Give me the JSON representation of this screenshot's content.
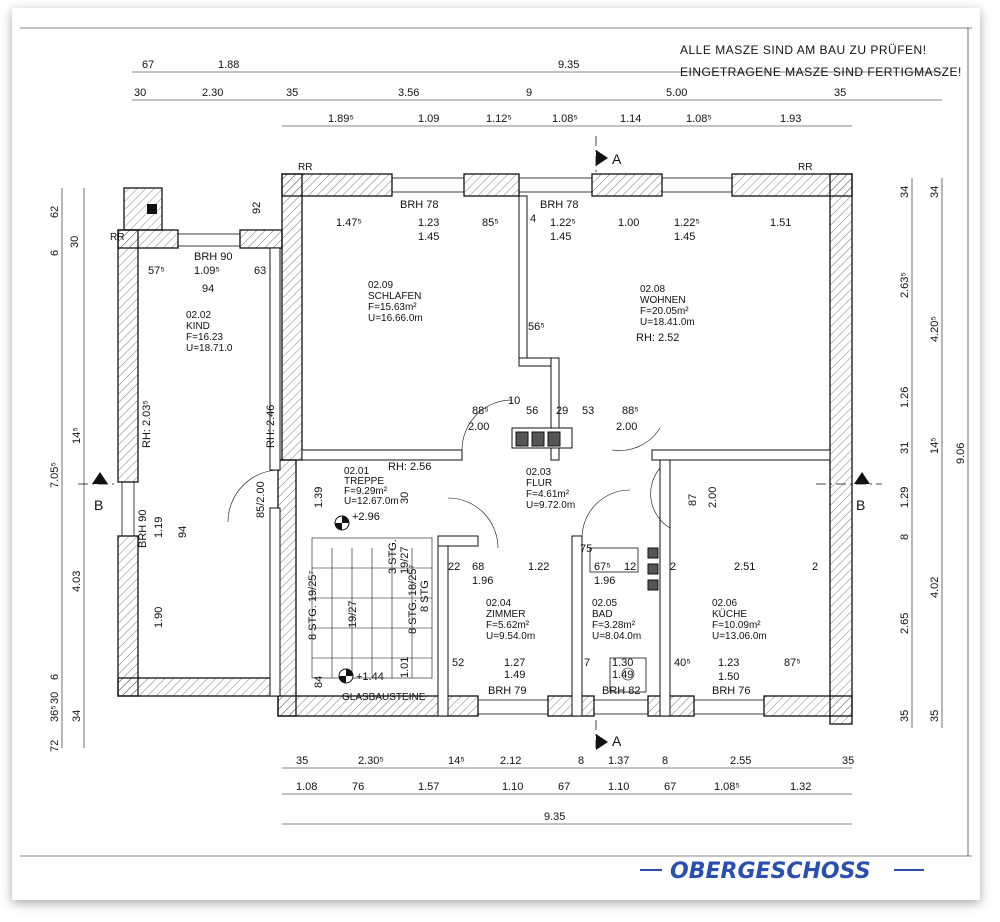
{
  "notes": [
    "ALLE MASZE SIND AM BAU ZU PRÜFEN!",
    "EINGETRAGENE MASZE SIND FERTIGMASZE!"
  ],
  "title": "OBERGESCHOSS",
  "section_markers": {
    "a": "A",
    "b": "B"
  },
  "rooms": [
    {
      "id": "02.02",
      "name": "KIND",
      "area": "F=16.23",
      "perimeter": "U=18.71.0"
    },
    {
      "id": "02.09",
      "name": "SCHLAFEN",
      "area": "F=15.63m²",
      "perimeter": "U=16.66.0m"
    },
    {
      "id": "02.08",
      "name": "WOHNEN",
      "area": "F=20.05m²",
      "perimeter": "U=18.41.0m",
      "extra": "RH: 2.52"
    },
    {
      "id": "02.01",
      "name": "TREPPE",
      "area": "F=9.29m²",
      "perimeter": "U=12.67.0m"
    },
    {
      "id": "02.03",
      "name": "FLUR",
      "area": "F=4.61m²",
      "perimeter": "U=9.72.0m"
    },
    {
      "id": "02.04",
      "name": "ZIMMER",
      "area": "F=5.62m²",
      "perimeter": "U=9.54.0m"
    },
    {
      "id": "02.05",
      "name": "BAD",
      "area": "F=3.28m²",
      "perimeter": "U=8.04.0m"
    },
    {
      "id": "02.06",
      "name": "KÜCHE",
      "area": "F=10.09m²",
      "perimeter": "U=13.06.0m"
    }
  ],
  "brh": [
    "BRH 90",
    "BRH 78",
    "BRH 78",
    "BRH 79",
    "BRH 82",
    "BRH 76",
    "BRH 90"
  ],
  "levels": [
    "+2.96",
    "+1.44"
  ],
  "stairs": [
    "8 STG. 19/25⁷",
    "8 STG. 18/25⁷",
    "3 STG.",
    "19/27",
    "8 STG",
    "19/27"
  ],
  "misc": [
    "RH: 2.03⁵",
    "RH: 2.46",
    "RH: 2.56",
    "GLASBAUSTEINE",
    "85/2.00",
    "RR",
    "RR",
    "RR"
  ],
  "dims_top_row1": [
    "67",
    "1.88",
    "9.35"
  ],
  "dims_top_row2": [
    "30",
    "2.30",
    "35",
    "3.56",
    "9",
    "5.00",
    "35"
  ],
  "dims_top_row3": [
    "1.89⁵",
    "1.09",
    "1.12⁵",
    "1.08⁵",
    "1.14",
    "1.08⁵",
    "1.93"
  ],
  "dims_bottom_row1": [
    "35",
    "2.30⁵",
    "14⁵",
    "2.12",
    "8",
    "1.37",
    "8",
    "2.55",
    "35"
  ],
  "dims_bottom_row2": [
    "1.08",
    "76",
    "1.57",
    "1.10",
    "67",
    "1.10",
    "67",
    "1.08⁵",
    "1.32"
  ],
  "dims_bottom_row3": [
    "9.35"
  ],
  "dims_left": [
    "62",
    "6",
    "30",
    "7.05⁵",
    "14⁵",
    "4.03",
    "30",
    "6",
    "36⁵",
    "34",
    "72"
  ],
  "dims_right_outer": [
    "34",
    "4.20⁵",
    "14⁵",
    "9.06",
    "4.02",
    "35"
  ],
  "dims_right_inner": [
    "34",
    "2.63⁵",
    "1.26",
    "31",
    "1.29",
    "8",
    "2.65",
    "35"
  ],
  "dims_inner": [
    "1.47⁵",
    "1.23",
    "1.45",
    "85⁵",
    "4",
    "1.22⁵",
    "1.45",
    "1.00",
    "1.22⁵",
    "1.45",
    "1.51",
    "57⁵",
    "1.09⁵",
    "94",
    "63",
    "56⁵",
    "88⁵",
    "2.00",
    "10",
    "56",
    "29",
    "53",
    "88⁵",
    "2.00",
    "87",
    "2.00",
    "1.39",
    "30",
    "22",
    "68",
    "1.96",
    "1.22",
    "67⁵",
    "1.96",
    "12",
    "2",
    "2.51",
    "2",
    "75",
    "52",
    "1.27",
    "1.49",
    "7",
    "1.30",
    "1.49",
    "40⁵",
    "1.23",
    "1.50",
    "87⁵",
    "84",
    "1.01",
    "1.19",
    "94",
    "1.90",
    "92"
  ]
}
